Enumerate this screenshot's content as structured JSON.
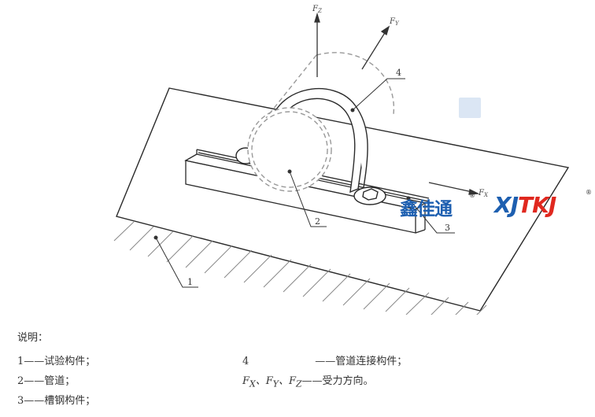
{
  "figure": {
    "force_labels": {
      "fz": "F",
      "fz_sub": "Z",
      "fy": "F",
      "fy_sub": "Y",
      "fx": "F",
      "fx_sub": "X"
    },
    "callouts": [
      "1",
      "2",
      "3",
      "4"
    ]
  },
  "watermark": {
    "brand_cn": "鑫佳通",
    "brand_en_part1": "XJ",
    "brand_en_part2": "TKJ",
    "registered": "®",
    "colors": {
      "blue": "#1d5fb0",
      "red": "#e0281f"
    }
  },
  "legend": {
    "title": "说明：",
    "items": [
      {
        "key": "1",
        "sep": "——",
        "text": "试验构件；"
      },
      {
        "key": "2",
        "sep": "——",
        "text": "管道；"
      },
      {
        "key": "3",
        "sep": "——",
        "text": "槽钢构件；"
      },
      {
        "key": "4",
        "sep": "——",
        "text": "管道连接构件；"
      },
      {
        "key": "FX、FY、FZ",
        "sep": "——",
        "text": "受力方向。"
      }
    ]
  }
}
